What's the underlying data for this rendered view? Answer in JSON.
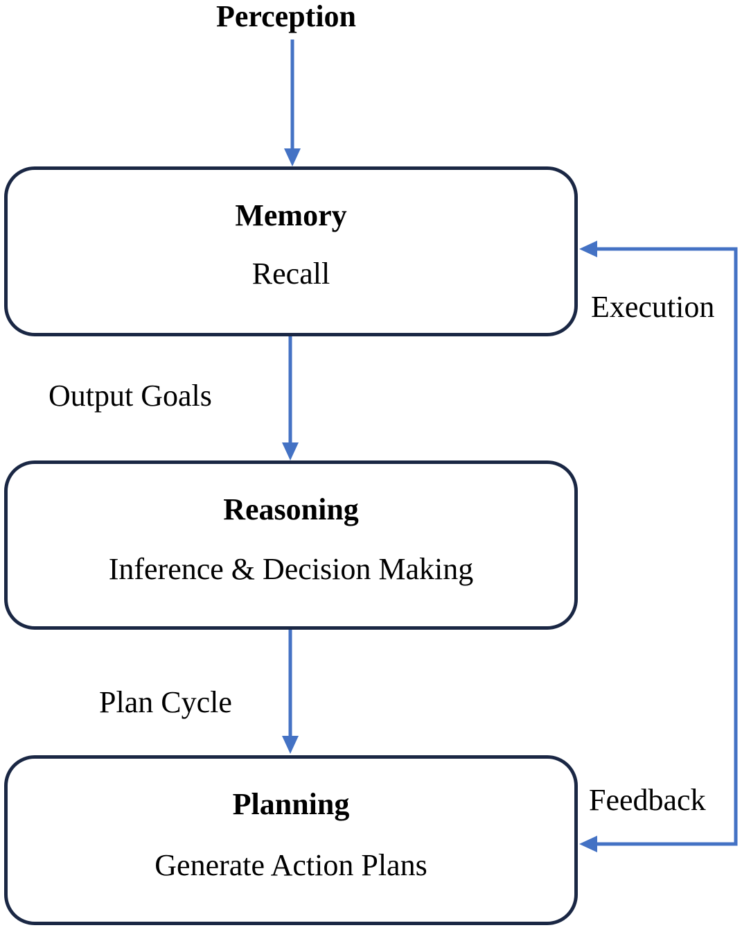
{
  "top_input": "Perception",
  "nodes": [
    {
      "title": "Memory",
      "subtitle": "Recall"
    },
    {
      "title": "Reasoning",
      "subtitle": "Inference & Decision Making"
    },
    {
      "title": "Planning",
      "subtitle": "Generate Action Plans"
    }
  ],
  "edges": {
    "memory_to_reasoning": "Output Goals",
    "reasoning_to_planning": "Plan Cycle",
    "loop_upper": "Execution",
    "loop_lower": "Feedback"
  },
  "colors": {
    "box_border": "#1a2744",
    "arrow": "#4472c4",
    "text": "#000000"
  }
}
